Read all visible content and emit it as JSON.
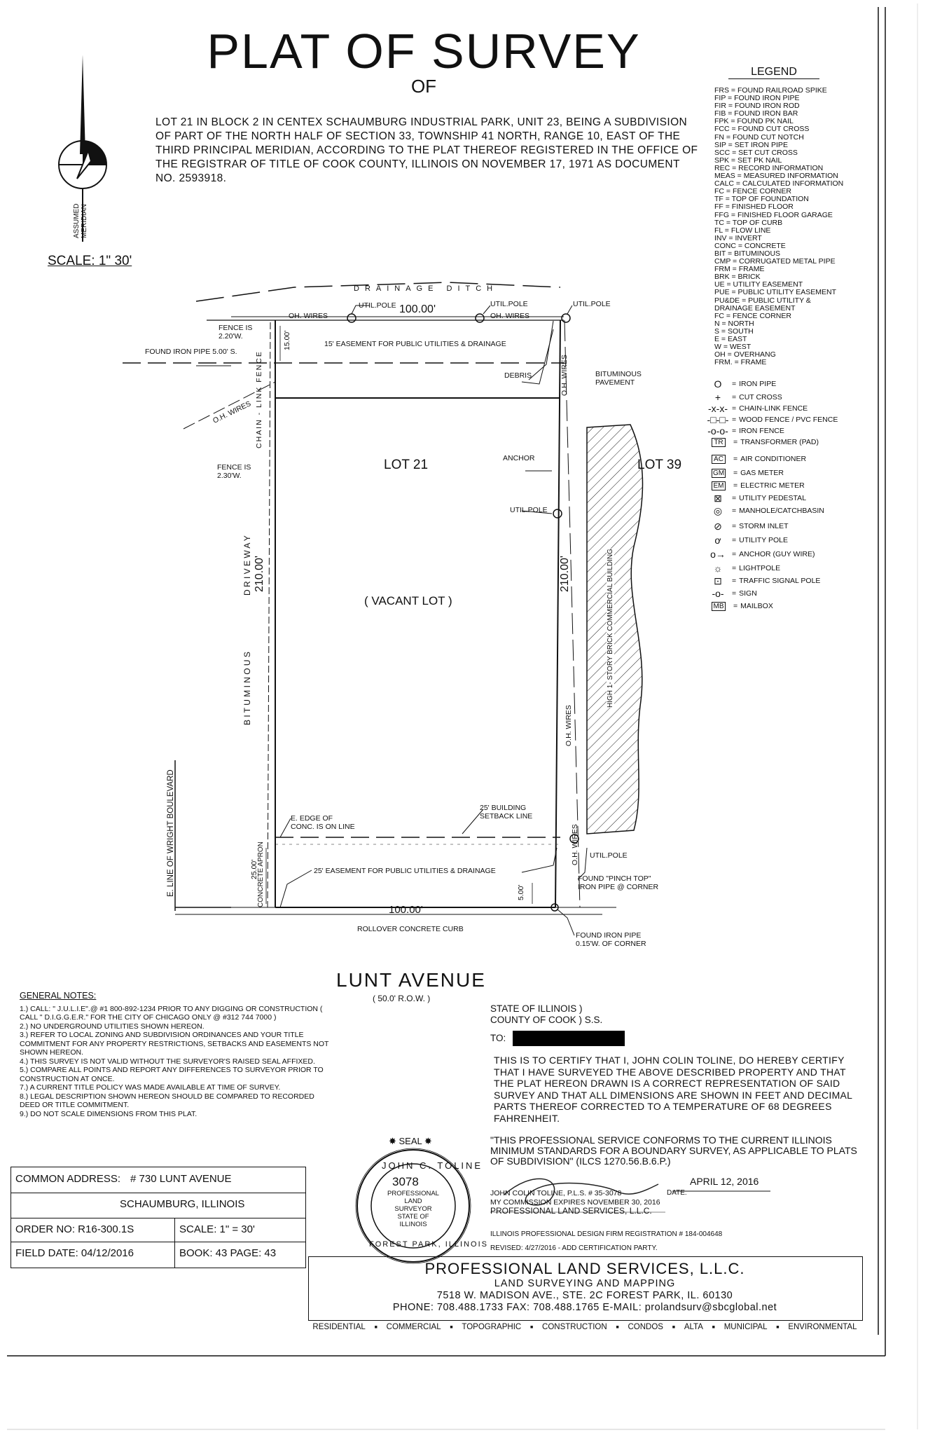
{
  "header": {
    "title": "PLAT OF SURVEY",
    "of": "OF",
    "legal_description": "LOT 21 IN BLOCK 2 IN CENTEX SCHAUMBURG INDUSTRIAL PARK, UNIT 23, BEING A SUBDIVISION OF PART OF THE NORTH HALF OF SECTION 33, TOWNSHIP 41 NORTH, RANGE 10, EAST OF THE THIRD PRINCIPAL MERIDIAN, ACCORDING TO THE PLAT THEREOF REGISTERED IN THE OFFICE OF THE REGISTRAR OF TITLE OF COOK COUNTY, ILLINOIS ON NOVEMBER 17, 1971 AS DOCUMENT NO. 2593918.",
    "scale": "SCALE: 1\"  30'",
    "north_arrow_label": "ASSUMED MERIDIAN"
  },
  "legend": {
    "title": "LEGEND",
    "abbreviations": [
      "FRS = FOUND RAILROAD SPIKE",
      "FIP = FOUND IRON PIPE",
      "FIR = FOUND IRON ROD",
      "FIB = FOUND IRON BAR",
      "FPK = FOUND PK NAIL",
      "FCC = FOUND CUT CROSS",
      "FN = FOUND CUT NOTCH",
      "SIP = SET IRON PIPE",
      "SCC = SET CUT CROSS",
      "SPK = SET PK NAIL",
      "REC = RECORD INFORMATION",
      "MEAS = MEASURED INFORMATION",
      "CALC = CALCULATED INFORMATION",
      "FC = FENCE CORNER",
      "TF = TOP OF FOUNDATION",
      "FF = FINISHED FLOOR",
      "FFG = FINISHED FLOOR GARAGE",
      "TC = TOP OF CURB",
      "FL = FLOW LINE",
      "INV = INVERT",
      "CONC = CONCRETE",
      "BIT = BITUMINOUS",
      "CMP = CORRUGATED METAL PIPE",
      "FRM = FRAME",
      "BRK = BRICK",
      "UE = UTILITY EASEMENT",
      "PUE = PUBLIC UTILITY EASEMENT",
      "PU&DE = PUBLIC UTILITY &",
      "DRAINAGE EASEMENT",
      "FC = FENCE CORNER",
      "N = NORTH",
      "S = SOUTH",
      "E = EAST",
      "W = WEST",
      "OH = OVERHANG",
      "FRM. = FRAME"
    ],
    "symbols": [
      {
        "icon": "O",
        "label": "IRON PIPE"
      },
      {
        "icon": "+",
        "label": "CUT CROSS"
      },
      {
        "icon": "-x-x-",
        "label": "CHAIN-LINK FENCE"
      },
      {
        "icon": "-□-□-",
        "label": "WOOD FENCE / PVC FENCE"
      },
      {
        "icon": "-o-o-",
        "label": "IRON FENCE"
      },
      {
        "icon": "TR",
        "label": "TRANSFORMER (PAD)"
      },
      {
        "icon": "AC",
        "label": "AIR CONDITIONER"
      },
      {
        "icon": "GM",
        "label": "GAS METER"
      },
      {
        "icon": "EM",
        "label": "ELECTRIC METER"
      },
      {
        "icon": "⊠",
        "label": "UTILITY PEDESTAL"
      },
      {
        "icon": "◎",
        "label": "MANHOLE/CATCHBASIN"
      },
      {
        "icon": "⊘",
        "label": "STORM INLET"
      },
      {
        "icon": "ơ",
        "label": "UTILITY POLE"
      },
      {
        "icon": "o→",
        "label": "ANCHOR (GUY WIRE)"
      },
      {
        "icon": "☼",
        "label": "LIGHTPOLE"
      },
      {
        "icon": "⊡",
        "label": "TRAFFIC SIGNAL POLE"
      },
      {
        "icon": "-o-",
        "label": "SIGN"
      },
      {
        "icon": "MB",
        "label": "MAILBOX"
      }
    ]
  },
  "plat": {
    "drainage_ditch": "DRAINAGE DITCH",
    "util_pole_1": "UTIL.POLE",
    "util_pole_2": "UTIL.POLE",
    "util_pole_3": "UTIL.POLE",
    "util_pole_4": "UTIL.POLE",
    "util_pole_5": "UTIL.POLE",
    "north_dim": "100.00'",
    "south_dim": "100.00'",
    "west_dim": "210.00'",
    "east_dim": "210.00'",
    "oh_wires_top_1": "OH. WIRES",
    "oh_wires_top_2": "OH. WIRES",
    "oh_wires_left": "O.H. WIRES",
    "oh_wires_right_1": "O.H. WIRES",
    "oh_wires_right_2": "O.H. WIRES",
    "oh_wires_bottom": "O.H. WIRES",
    "fence_1": "FENCE IS",
    "fence_1b": "2.20'W.",
    "fence_2": "FENCE IS",
    "fence_2b": "2.30'W.",
    "found_iron_pipe": "FOUND IRON PIPE 5.00' S.",
    "easement_north": "15' EASEMENT FOR PUBLIC UTILITIES & DRAINAGE",
    "easement_south": "25' EASEMENT FOR PUBLIC UTILITIES & DRAINAGE",
    "north_ease_dim": "15.00'",
    "south_ease_dim": "25.00'",
    "south_pipe_dim": "5.00'",
    "debris": "DEBRIS",
    "bituminous_pavement": "BITUMINOUS",
    "bituminous_pavement_b": "PAVEMENT",
    "lot_21": "LOT  21",
    "lot_39": "LOT  39",
    "vacant_lot": "( VACANT  LOT )",
    "anchor": "ANCHOR",
    "chain_link_fence": "CHAIN - LINK FENCE",
    "driveway": "D R I V E W A Y",
    "bituminous_drive": "B I T U M I N O U S",
    "building": "HIGH 1- STORY BRICK COMMERCIAL BUILDING",
    "edge_conc": "E. EDGE OF",
    "edge_conc_b": "CONC. IS ON LINE",
    "building_setback": "25' BUILDING",
    "building_setback_b": "SETBACK LINE",
    "concrete_apron": "CONCRETE APRON",
    "wright_blvd": "E. LINE OF WRIGHT BOULEVARD",
    "found_pinch_top": "FOUND \"PINCH TOP\"",
    "found_pinch_top_b": "IRON PIPE @ CORNER",
    "rollover_curb": "ROLLOVER CONCRETE CURB",
    "found_iron_pipe_2": "FOUND IRON PIPE",
    "found_iron_pipe_2b": "0.15'W. OF CORNER",
    "road_name": "LUNT  AVENUE",
    "road_row": "( 50.0' R.O.W. )"
  },
  "general_notes": {
    "title": "GENERAL NOTES:",
    "items": [
      "1.) CALL: \" J.U.L.I.E\".@ #1 800-892-1234 PRIOR TO ANY DIGGING OR CONSTRUCTION ( CALL \" D.I.G.G.E.R.\" FOR THE CITY OF CHICAGO ONLY @ #312 744 7000 )",
      "2.) NO UNDERGROUND UTILITIES SHOWN HEREON.",
      "3.) REFER TO LOCAL ZONING AND SUBDIVISION ORDINANCES AND YOUR TITLE COMMITMENT FOR ANY PROPERTY RESTRICTIONS, SETBACKS AND EASEMENTS NOT SHOWN HEREON.",
      "4.) THIS SURVEY IS NOT VALID WITHOUT THE SURVEYOR'S RAISED SEAL AFFIXED.",
      "5.) COMPARE ALL POINTS AND REPORT ANY DIFFERENCES TO SURVEYOR PRIOR TO CONSTRUCTION AT ONCE.",
      "7.) A CURRENT TITLE POLICY WAS MADE AVAILABLE AT TIME OF SURVEY.",
      "8.) LEGAL DESCRIPTION SHOWN HEREON SHOULD BE COMPARED TO RECORDED DEED OR TITLE COMMITMENT.",
      "9.) DO NOT SCALE DIMENSIONS FROM THIS PLAT."
    ]
  },
  "certification": {
    "state": "STATE OF ILLINOIS )",
    "county": "COUNTY OF COOK ) S.S.",
    "to": "TO:",
    "statement": "THIS IS TO CERTIFY THAT I, JOHN COLIN TOLINE, DO HEREBY CERTIFY THAT I HAVE SURVEYED THE ABOVE DESCRIBED PROPERTY AND THAT THE PLAT HEREON DRAWN IS A CORRECT REPRESENTATION OF SAID SURVEY AND THAT ALL DIMENSIONS ARE SHOWN IN FEET AND DECIMAL PARTS THEREOF CORRECTED TO A TEMPERATURE OF 68 DEGREES FAHRENHEIT.",
    "conformance": "\"THIS PROFESSIONAL SERVICE CONFORMS TO THE CURRENT ILLINOIS MINIMUM STANDARDS FOR A BOUNDARY SURVEY, AS APPLICABLE TO PLATS OF SUBDIVISION\" (ILCS 1270.56.B.6.P.)",
    "signer": "JOHN COLIN TOLINE, P.L.S. # 35-3078",
    "commission": "MY COMMISSION EXPIRES NOVEMBER 30, 2016",
    "firm": "PROFESSIONAL LAND SERVICES, L.L.C.",
    "date_label": "DATE:",
    "date": "APRIL 12, 2016",
    "registration": "ILLINOIS PROFESSIONAL DESIGN FIRM REGISTRATION # 184-004648",
    "revised": "REVISED: 4/27/2016 - ADD CERTIFICATION PARTY."
  },
  "seal": {
    "label": "SEAL",
    "ring_top": "JOHN C. TOLINE",
    "ring_bottom": "FOREST PARK, ILLINOIS",
    "number": "3078",
    "line1": "PROFESSIONAL",
    "line2": "LAND",
    "line3": "SURVEYOR",
    "line4": "STATE OF",
    "line5": "ILLINOIS"
  },
  "info": {
    "common_address_label": "COMMON ADDRESS:",
    "common_address": "# 730 LUNT AVENUE",
    "city": "SCHAUMBURG, ILLINOIS",
    "order_no": "ORDER NO: R16-300.1S",
    "scale": "SCALE:  1\" = 30'",
    "field_date": "FIELD DATE: 04/12/2016",
    "book_page": "BOOK: 43   PAGE: 43"
  },
  "company": {
    "name": "PROFESSIONAL LAND SERVICES, L.L.C.",
    "subtitle": "LAND SURVEYING AND MAPPING",
    "address": "7518 W. MADISON AVE., STE. 2C   FOREST PARK, IL. 60130",
    "phone": "PHONE: 708.488.1733  FAX: 708.488.1765  E-MAIL: prolandsurv@sbcglobal.net",
    "services": [
      "RESIDENTIAL",
      "COMMERCIAL",
      "TOPOGRAPHIC",
      "CONSTRUCTION",
      "CONDOS",
      "ALTA",
      "MUNICIPAL",
      "ENVIRONMENTAL"
    ]
  }
}
